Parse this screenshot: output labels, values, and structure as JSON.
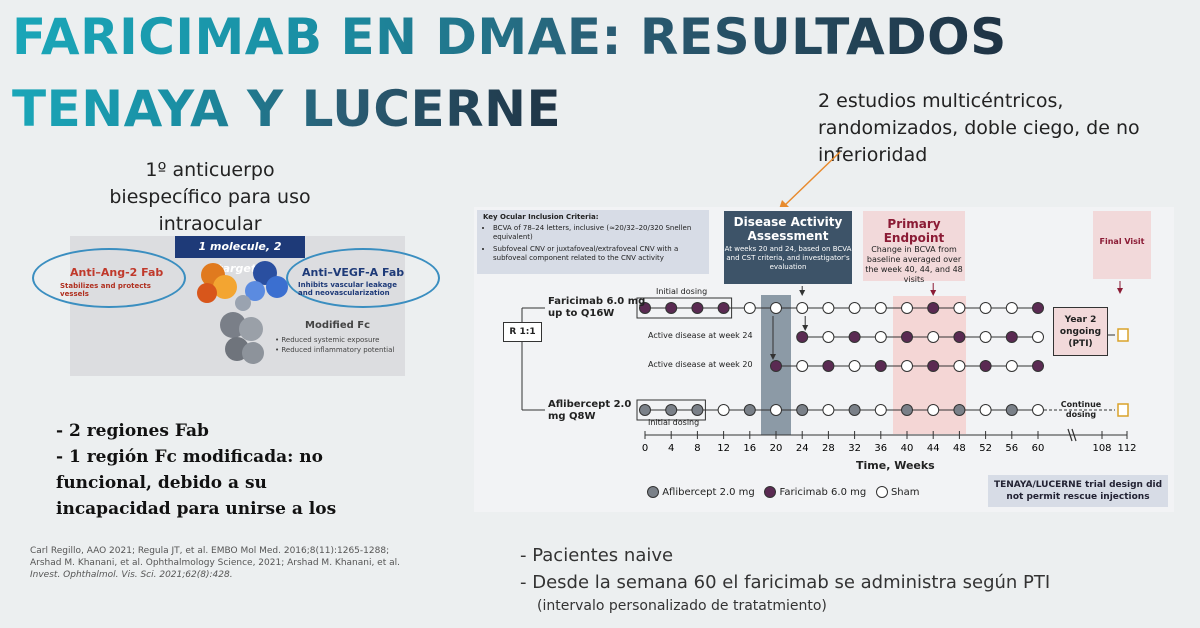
{
  "title_line1": "FARICIMAB EN DMAE: RESULTADOS",
  "title_line2": "TENAYA Y LUCERNE",
  "studies_text": "2 estudios multicéntricos, randomizados, doble ciego, de no inferioridad",
  "antibody": {
    "title": "1º anticuerpo biespecífico para uso intraocular",
    "bar_label": "1 molecule, 2 targets",
    "ang2_title": "Anti–Ang-2 Fab",
    "ang2_sub": "Stabilizes and protects vessels",
    "vegf_title": "Anti–VEGF-A Fab",
    "vegf_sub": "Inhibits vascular leakage and neovascularization",
    "fc_title": "Modified Fc",
    "fc_item1": "Reduced systemic exposure",
    "fc_item2": "Reduced inflammatory potential"
  },
  "bullets": {
    "b1": "- 2 regiones Fab",
    "b2": "- 1 región Fc modificada: no funcional, debido a su incapacidad para unirse a los receptores Fc RN y Fc gamma"
  },
  "references": {
    "line1": "Carl Regillo, AAO 2021; Regula JT, et al. EMBO Mol Med. 2016;8(11):1265-1288;",
    "line2": "Arshad M. Khanani, et al. Ophthalmology Science, 2021; Arshad M. Khanani, et al.",
    "line3": "Invest. Ophthalmol. Vis. Sci. 2021;62(8):428."
  },
  "patients": {
    "line1": "- Pacientes naive",
    "line2": "- Desde la semana 60 el faricimab se administra según PTI",
    "line3": "(intervalo personalizado de tratatmiento)"
  },
  "diagram": {
    "incl_title": "Key Ocular Inclusion Criteria:",
    "incl_1": "BCVA of 78–24 letters, inclusive (≈20/32–20/320 Snellen equivalent)",
    "incl_2": "Subfoveal CNV or juxtafoveal/extrafoveal CNV with a subfoveal component related to the CNV activity",
    "daa_title": "Disease Activity Assessment",
    "daa_sub": "At weeks 20 and 24, based on BCVA and CST criteria, and investigator's evaluation",
    "pe_title": "Primary Endpoint",
    "pe_sub": "Change in BCVA from baseline averaged over the week 40, 44, and 48 visits",
    "final_visit": "Final Visit",
    "faricimab_arm": "Faricimab 6.0 mg up to Q16W",
    "aflibercept_arm": "Aflibercept 2.0 mg Q8W",
    "initial_dosing": "Initial dosing",
    "active24": "Active disease at week 24",
    "active20": "Active disease at week 20",
    "r11": "R 1:1",
    "year2": "Year 2 ongoing (PTI)",
    "continue": "Continue dosing",
    "xlabel": "Time, Weeks",
    "ticks": [
      "0",
      "4",
      "8",
      "12",
      "16",
      "20",
      "24",
      "28",
      "32",
      "36",
      "40",
      "44",
      "48",
      "52",
      "56",
      "60",
      "108",
      "112"
    ],
    "legend_aflibercept": "Aflibercept 2.0 mg",
    "legend_faricimab": "Faricimab 6.0 mg",
    "legend_sham": "Sham",
    "no_rescue": "TENAYA/LUCERNE trial design did not permit rescue injections",
    "colors": {
      "aflibercept": "#7a8088",
      "faricimab": "#5a2a52",
      "sham": "#ffffff",
      "endpoint": "#8b1b35"
    }
  }
}
